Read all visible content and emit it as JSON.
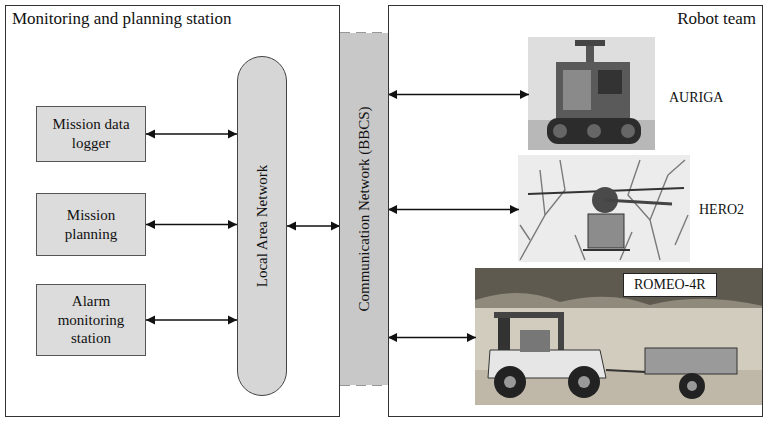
{
  "diagram": {
    "nodes": [
      {
        "text": [
          "Monitoring and planning station"
        ]
      },
      {
        "text": [
          "Mission data logger"
        ],
        "in": 0
      },
      {
        "text": [
          "Mission planning"
        ],
        "in": 0
      },
      {
        "text": [
          "Alarm monitoring station"
        ],
        "in": 0
      },
      {
        "text": [
          "Local Area Network"
        ],
        "in": 0
      },
      {
        "text": [
          "Communication Network (BBCS)"
        ]
      },
      {
        "text": [
          "Robot team"
        ]
      },
      {
        "text": [
          "AURIGA"
        ],
        "in": 6
      },
      {
        "text": [
          "HERO2"
        ],
        "in": 6
      },
      {
        "text": [
          "ROMEO-4R"
        ],
        "in": 6
      }
    ],
    "edges": [
      {
        "from": 1,
        "to": 4,
        "arrow": "both"
      },
      {
        "from": 2,
        "to": 4,
        "arrow": "both"
      },
      {
        "from": 3,
        "to": 4,
        "arrow": "both"
      },
      {
        "from": 4,
        "to": 5,
        "arrow": "both"
      },
      {
        "from": 5,
        "to": 7,
        "arrow": "both"
      },
      {
        "from": 5,
        "to": 8,
        "arrow": "both"
      },
      {
        "from": 5,
        "to": 9,
        "arrow": "both"
      }
    ]
  }
}
